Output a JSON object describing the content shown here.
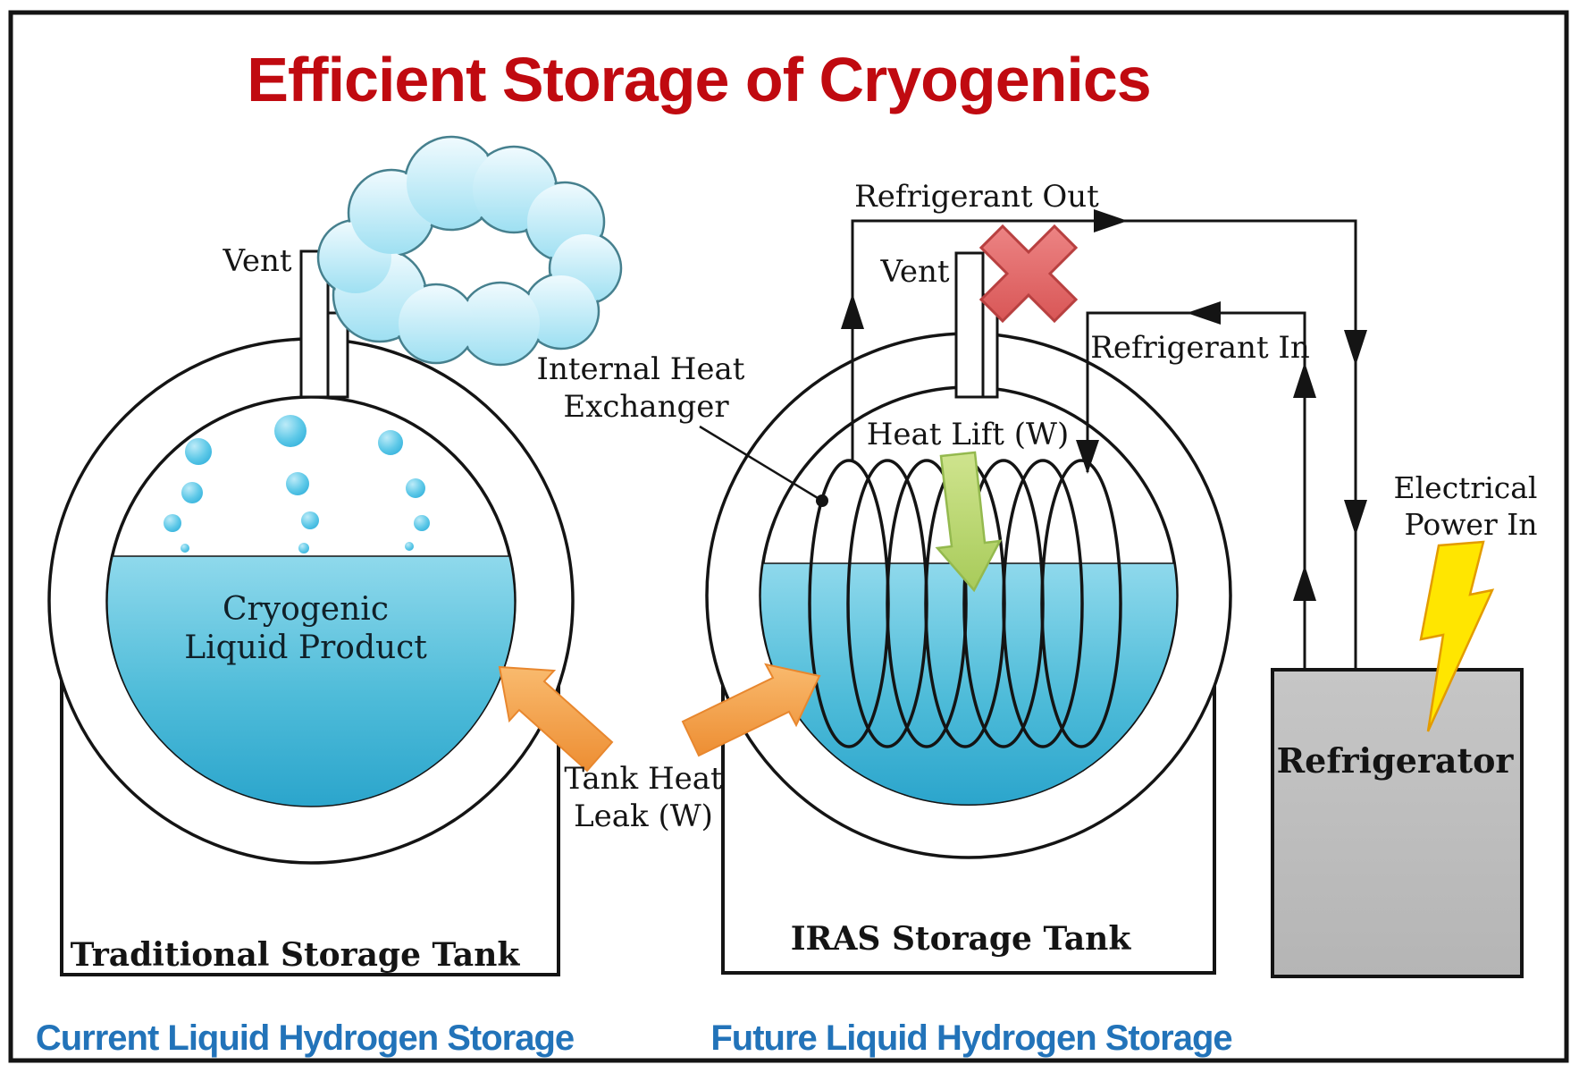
{
  "title": {
    "text": "Efficient Storage of Cryogenics"
  },
  "left_tank": {
    "vent_label": "Vent",
    "product_lines": [
      "Cryogenic",
      "Liquid Product"
    ],
    "tank_label": "Traditional Storage Tank",
    "caption": "Current Liquid Hydrogen Storage"
  },
  "middle": {
    "internal_heat_exchanger_lines": [
      "Internal Heat",
      "Exchanger"
    ],
    "tank_heat_leak_lines": [
      "Tank Heat",
      "Leak (W)"
    ]
  },
  "right_tank": {
    "vent_label": "Vent",
    "refrigerant_out_label": "Refrigerant Out",
    "refrigerant_in_label": "Refrigerant In",
    "heat_lift_label": "Heat Lift (W)",
    "tank_label": "IRAS Storage Tank",
    "caption": "Future Liquid Hydrogen Storage"
  },
  "refrigerator": {
    "label": "Refrigerator",
    "power_lines": [
      "Electrical",
      "Power In"
    ]
  },
  "icons": {
    "vapor_cloud": "cloud-shape",
    "blocked_vent": "red-x-mark",
    "electrical_power": "yellow-lightning-bolt",
    "tank_heat_leak": "orange-arrow",
    "heat_lift": "green-down-arrow",
    "flow_direction": "black-triangle-arrowhead",
    "boiloff_bubbles": "blue-circles"
  },
  "colors": {
    "title_red": "#C00A10",
    "caption_blue": "#2273B9",
    "line_black": "#141414",
    "liquid_top": "#8FD9EC",
    "liquid_bottom": "#2BA5CC",
    "cloud_fill": "#C7ECF8",
    "cloud_stroke": "#46808E",
    "bubble_blue": "#4FC4E6",
    "arrow_orange": "#F49D4A",
    "heat_lift_green": "#BCD977",
    "x_red": "#E05C5C",
    "bolt_yellow": "#FFE600",
    "refrigerator_gray": "#C0C0C0"
  }
}
